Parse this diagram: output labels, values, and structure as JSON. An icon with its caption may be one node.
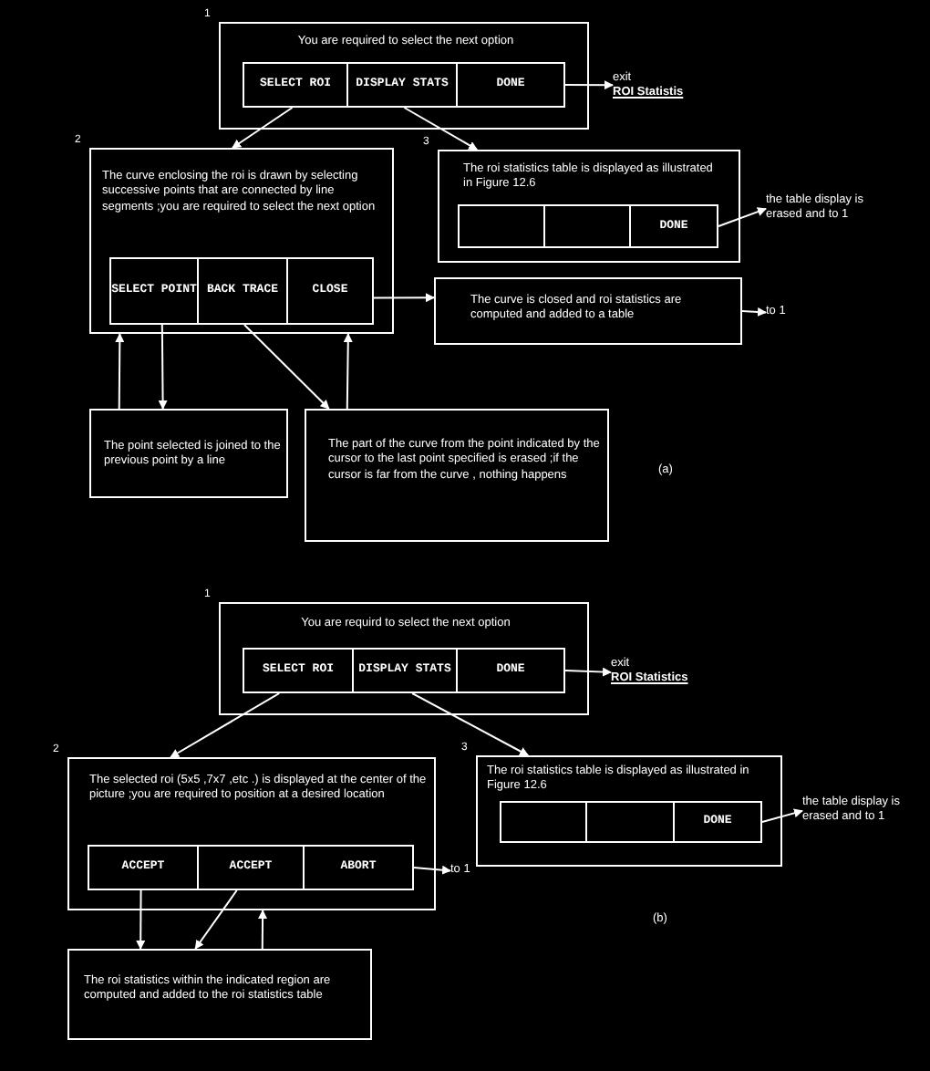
{
  "diagram": {
    "nodes": [
      {
        "text": [
          "You are required to select the next option"
        ],
        "beside": [
          "1"
        ]
      },
      {
        "text": [
          "SELECT ROI"
        ],
        "in": 0
      },
      {
        "text": [
          "DISPLAY STATS"
        ],
        "in": 0
      },
      {
        "text": [
          "DONE"
        ],
        "in": 0
      },
      {
        "text": [
          "exit",
          "ROI Statistis"
        ]
      },
      {
        "text": [
          "The curve enclosing the roi is drawn by selecting successive points that are connected by line segments ;you are required to select the next option"
        ],
        "beside": [
          "2"
        ]
      },
      {
        "text": [
          "SELECT POINT"
        ],
        "in": 5
      },
      {
        "text": [
          "BACK TRACE"
        ],
        "in": 5
      },
      {
        "text": [
          "CLOSE"
        ],
        "in": 5
      },
      {
        "text": [
          "The roi statistics table is displayed as illustrated in Figure 12.6"
        ],
        "beside": [
          "3"
        ]
      },
      {
        "text": [],
        "shape": "box",
        "in": 9
      },
      {
        "text": [],
        "shape": "box",
        "in": 9
      },
      {
        "text": [
          "DONE"
        ],
        "in": 9
      },
      {
        "text": [
          "the table display is erased and to 1"
        ]
      },
      {
        "text": [
          "The curve is closed and roi statistics are computed and added to a table"
        ]
      },
      {
        "text": [
          "to 1"
        ]
      },
      {
        "text": [
          "The point selected is joined to the previous point by a line"
        ]
      },
      {
        "text": [
          "The part of the curve from the point indicated by the cursor to the last point specified is erased ;if the cursor is far from the curve , nothing happens"
        ]
      },
      {
        "text": [
          "You are requird to select the next option"
        ],
        "beside": [
          "1"
        ]
      },
      {
        "text": [
          "SELECT ROI"
        ],
        "in": 18
      },
      {
        "text": [
          "DISPLAY STATS"
        ],
        "in": 18
      },
      {
        "text": [
          "DONE"
        ],
        "in": 18
      },
      {
        "text": [
          "exit",
          "ROI Statistics"
        ]
      },
      {
        "text": [
          "The selected roi (5x5 ,7x7 ,etc .) is displayed at the center of the picture ;you are required to position at a desired location"
        ],
        "beside": [
          "2"
        ]
      },
      {
        "text": [
          "ACCEPT"
        ],
        "in": 23
      },
      {
        "text": [
          "ACCEPT"
        ],
        "in": 23
      },
      {
        "text": [
          "ABORT"
        ],
        "in": 23
      },
      {
        "text": [
          "to 1"
        ]
      },
      {
        "text": [
          "The roi statistics table is displayed as illustrated in Figure 12.6"
        ],
        "beside": [
          "3"
        ]
      },
      {
        "text": [],
        "shape": "box",
        "in": 28
      },
      {
        "text": [],
        "shape": "box",
        "in": 28
      },
      {
        "text": [
          "DONE"
        ],
        "in": 28
      },
      {
        "text": [
          "the table display is erased and to 1"
        ]
      },
      {
        "text": [
          "The roi statistics within the indicated region are computed and added to the roi statistics table"
        ]
      }
    ],
    "edges": [
      {
        "from": 3,
        "to": 4,
        "arrow": "to"
      },
      {
        "from": 1,
        "to": 5,
        "arrow": "to"
      },
      {
        "from": 2,
        "to": 9,
        "arrow": "to"
      },
      {
        "from": 12,
        "to": 13,
        "arrow": "to"
      },
      {
        "from": 8,
        "to": 14,
        "arrow": "to"
      },
      {
        "from": 14,
        "to": 15,
        "arrow": "to"
      },
      {
        "from": 6,
        "to": 16,
        "arrow": "to"
      },
      {
        "from": 16,
        "to": 5,
        "arrow": "to"
      },
      {
        "from": 7,
        "to": 17,
        "arrow": "to"
      },
      {
        "from": 17,
        "to": 5,
        "arrow": "to"
      },
      {
        "from": 21,
        "to": 22,
        "arrow": "to"
      },
      {
        "from": 19,
        "to": 23,
        "arrow": "to"
      },
      {
        "from": 20,
        "to": 28,
        "arrow": "to"
      },
      {
        "from": 31,
        "to": 32,
        "arrow": "to"
      },
      {
        "from": 26,
        "to": 27,
        "arrow": "to"
      },
      {
        "from": 24,
        "to": 33,
        "arrow": "to"
      },
      {
        "from": 25,
        "to": 33,
        "arrow": "to"
      },
      {
        "from": 33,
        "to": 23,
        "arrow": "to"
      }
    ],
    "labels": [
      "(a)",
      "(b)"
    ]
  }
}
